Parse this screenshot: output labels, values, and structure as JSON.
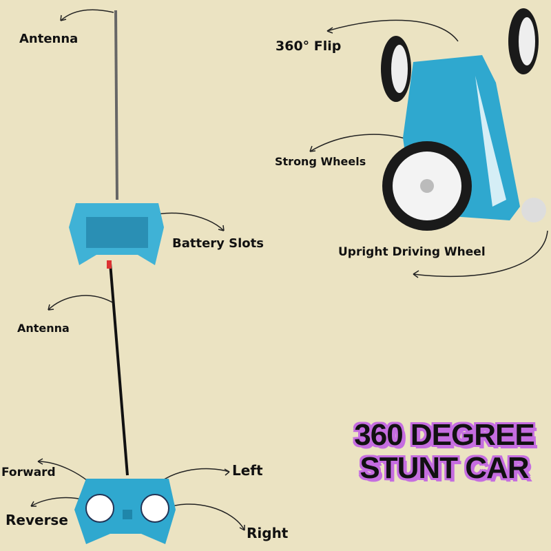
{
  "labels": {
    "antenna_top": "Antenna",
    "battery_slots": "Battery Slots",
    "antenna_bottom": "Antenna",
    "forward": "Forward",
    "reverse": "Reverse",
    "left": "Left",
    "right": "Right",
    "flip": "360° Flip",
    "strong_wheels": "Strong Wheels",
    "upright_wheel": "Upright Driving Wheel"
  },
  "title": {
    "line1": "360 DEGREE",
    "line2": "STUNT CAR"
  },
  "colors": {
    "background": "#ebe3c2",
    "toy_blue": "#2fa8cf",
    "title_outline": "#c56de0"
  }
}
